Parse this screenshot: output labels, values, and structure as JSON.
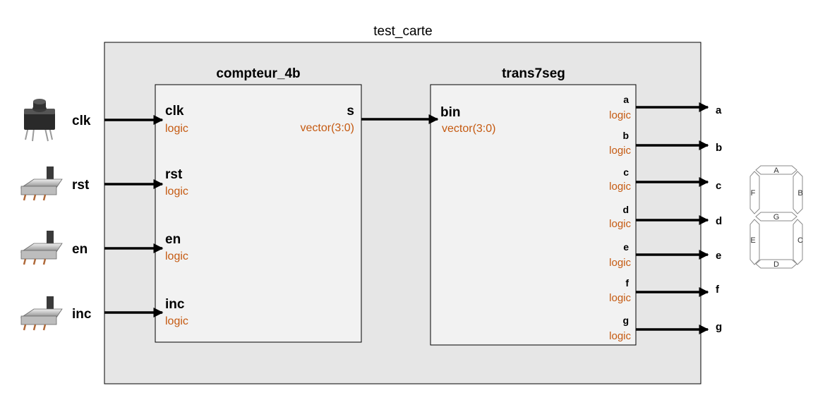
{
  "top_entity": {
    "name": "test_carte"
  },
  "blocks": {
    "compteur": {
      "name": "compteur_4b",
      "inputs": [
        {
          "name": "clk",
          "type": "logic"
        },
        {
          "name": "rst",
          "type": "logic"
        },
        {
          "name": "en",
          "type": "logic"
        },
        {
          "name": "inc",
          "type": "logic"
        }
      ],
      "output": {
        "name": "s",
        "type": "vector(3:0)"
      }
    },
    "trans": {
      "name": "trans7seg",
      "input": {
        "name": "bin",
        "type": "vector(3:0)"
      },
      "outputs": [
        {
          "name": "a",
          "type": "logic"
        },
        {
          "name": "b",
          "type": "logic"
        },
        {
          "name": "c",
          "type": "logic"
        },
        {
          "name": "d",
          "type": "logic"
        },
        {
          "name": "e",
          "type": "logic"
        },
        {
          "name": "f",
          "type": "logic"
        },
        {
          "name": "g",
          "type": "logic"
        }
      ]
    }
  },
  "external_inputs": [
    {
      "label": "clk",
      "device": "push-button-icon"
    },
    {
      "label": "rst",
      "device": "slide-switch-icon"
    },
    {
      "label": "en",
      "device": "slide-switch-icon"
    },
    {
      "label": "inc",
      "device": "slide-switch-icon"
    }
  ],
  "external_outputs": [
    "a",
    "b",
    "c",
    "d",
    "e",
    "f",
    "g"
  ],
  "seven_segment": {
    "segments": [
      "A",
      "B",
      "C",
      "D",
      "E",
      "F",
      "G"
    ]
  },
  "colors": {
    "port_type": "#c55a11",
    "container_fill": "#e6e6e6",
    "block_fill": "#f2f2f2"
  }
}
